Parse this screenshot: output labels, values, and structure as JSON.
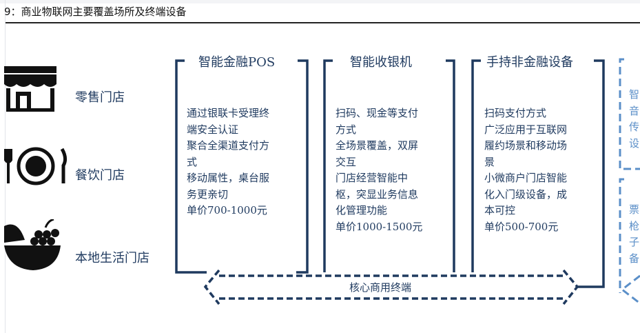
{
  "title": "9：商业物联网主要覆盖场所及终端设备",
  "categories": [
    {
      "label": "零售门店",
      "icon": "storefront-icon"
    },
    {
      "label": "餐饮门店",
      "icon": "plate-cutlery-icon"
    },
    {
      "label": "本地生活门店",
      "icon": "fruit-basket-icon"
    }
  ],
  "boxes": [
    {
      "heading": "智能金融POS",
      "lines": [
        "通过银联卡受理终",
        "端安全认证",
        "聚合全渠道支付方",
        "式",
        "移动属性，桌台服",
        "务更亲切",
        "单价700-1000元"
      ]
    },
    {
      "heading": "智能收银机",
      "lines": [
        "扫码、现金等支付",
        "方式",
        "全场景覆盖，双屏",
        "交互",
        "门店经营智能中",
        "枢，突显业务信息",
        "化管理功能",
        "单价1000-1500元"
      ]
    },
    {
      "heading": "手持非金融设备",
      "lines": [
        "扫码支付方式",
        "广泛应用于互联网",
        "履约场景和移动场",
        "景",
        "小微商户门店智能",
        "化入门级设备，成",
        "本可控",
        "单价500-700元"
      ]
    }
  ],
  "partial_boxes": [
    {
      "chars": [
        "智",
        "音",
        "传",
        "设"
      ]
    },
    {
      "chars": [
        "票",
        "枪",
        "子",
        "备"
      ]
    }
  ],
  "core_label": "核心商用终端",
  "colors": {
    "navy": "#1f3a5f",
    "blue": "#5b8fc8"
  }
}
